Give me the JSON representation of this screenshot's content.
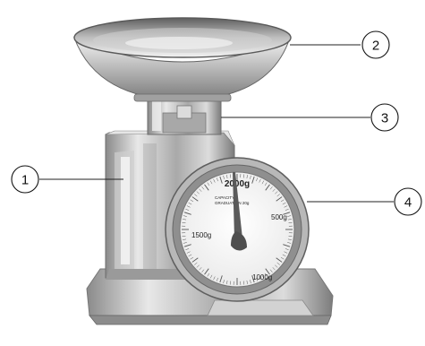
{
  "callouts": [
    {
      "id": "1",
      "label": "1"
    },
    {
      "id": "2",
      "label": "2"
    },
    {
      "id": "3",
      "label": "3"
    },
    {
      "id": "4",
      "label": "4"
    }
  ],
  "dial": {
    "top_value": "2000g",
    "right_value": "500g",
    "left_value": "1500g",
    "bottom_value": "1000g",
    "capacity_line1": "CAPACITY",
    "capacity_line2": "GRADUATION 20g"
  },
  "colors": {
    "steel_dark": "#6f6f6f",
    "steel_mid": "#b9b9b9",
    "steel_light": "#efefef",
    "needle": "#555555"
  }
}
